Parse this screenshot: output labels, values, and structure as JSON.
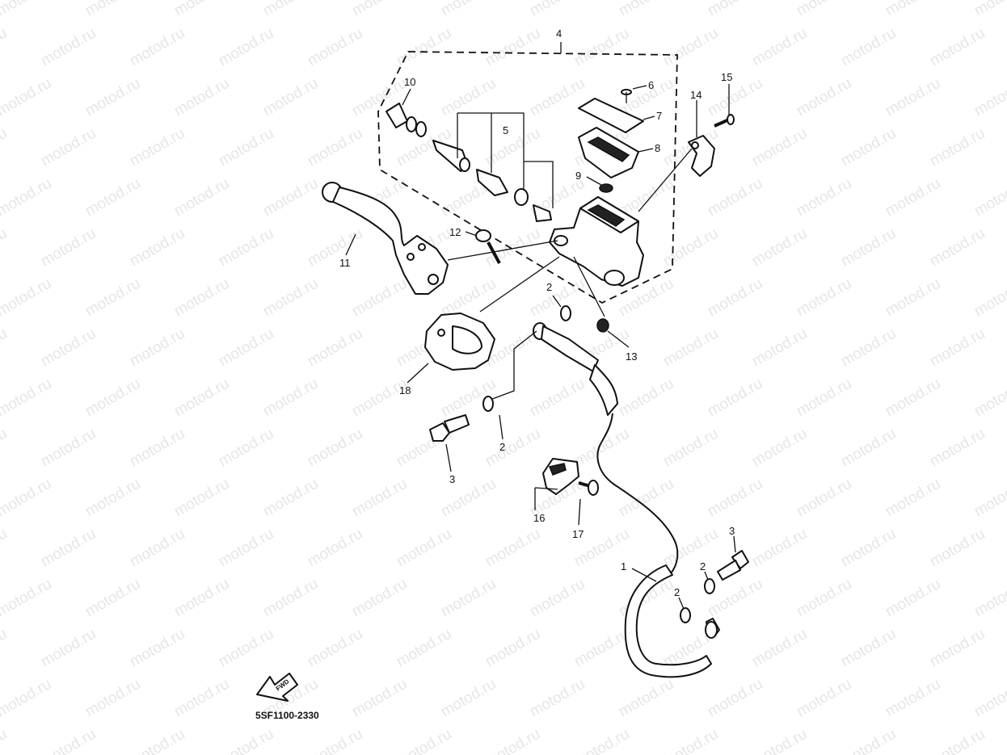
{
  "watermark": "motod.ru",
  "diagram_code": "5SF1100-2330",
  "fwd_text": "FWD",
  "callouts": [
    {
      "id": "c4",
      "text": "4"
    },
    {
      "id": "c10",
      "text": "10"
    },
    {
      "id": "c5",
      "text": "5"
    },
    {
      "id": "c6",
      "text": "6"
    },
    {
      "id": "c7",
      "text": "7"
    },
    {
      "id": "c8",
      "text": "8"
    },
    {
      "id": "c9",
      "text": "9"
    },
    {
      "id": "c14",
      "text": "14"
    },
    {
      "id": "c15",
      "text": "15"
    },
    {
      "id": "c11",
      "text": "11"
    },
    {
      "id": "c12",
      "text": "12"
    },
    {
      "id": "c2a",
      "text": "2"
    },
    {
      "id": "c13",
      "text": "13"
    },
    {
      "id": "c18",
      "text": "18"
    },
    {
      "id": "c2b",
      "text": "2"
    },
    {
      "id": "c3a",
      "text": "3"
    },
    {
      "id": "c16",
      "text": "16"
    },
    {
      "id": "c17",
      "text": "17"
    },
    {
      "id": "c1",
      "text": "1"
    },
    {
      "id": "c3b",
      "text": "3"
    },
    {
      "id": "c2c",
      "text": "2"
    },
    {
      "id": "c2d",
      "text": "2"
    }
  ]
}
